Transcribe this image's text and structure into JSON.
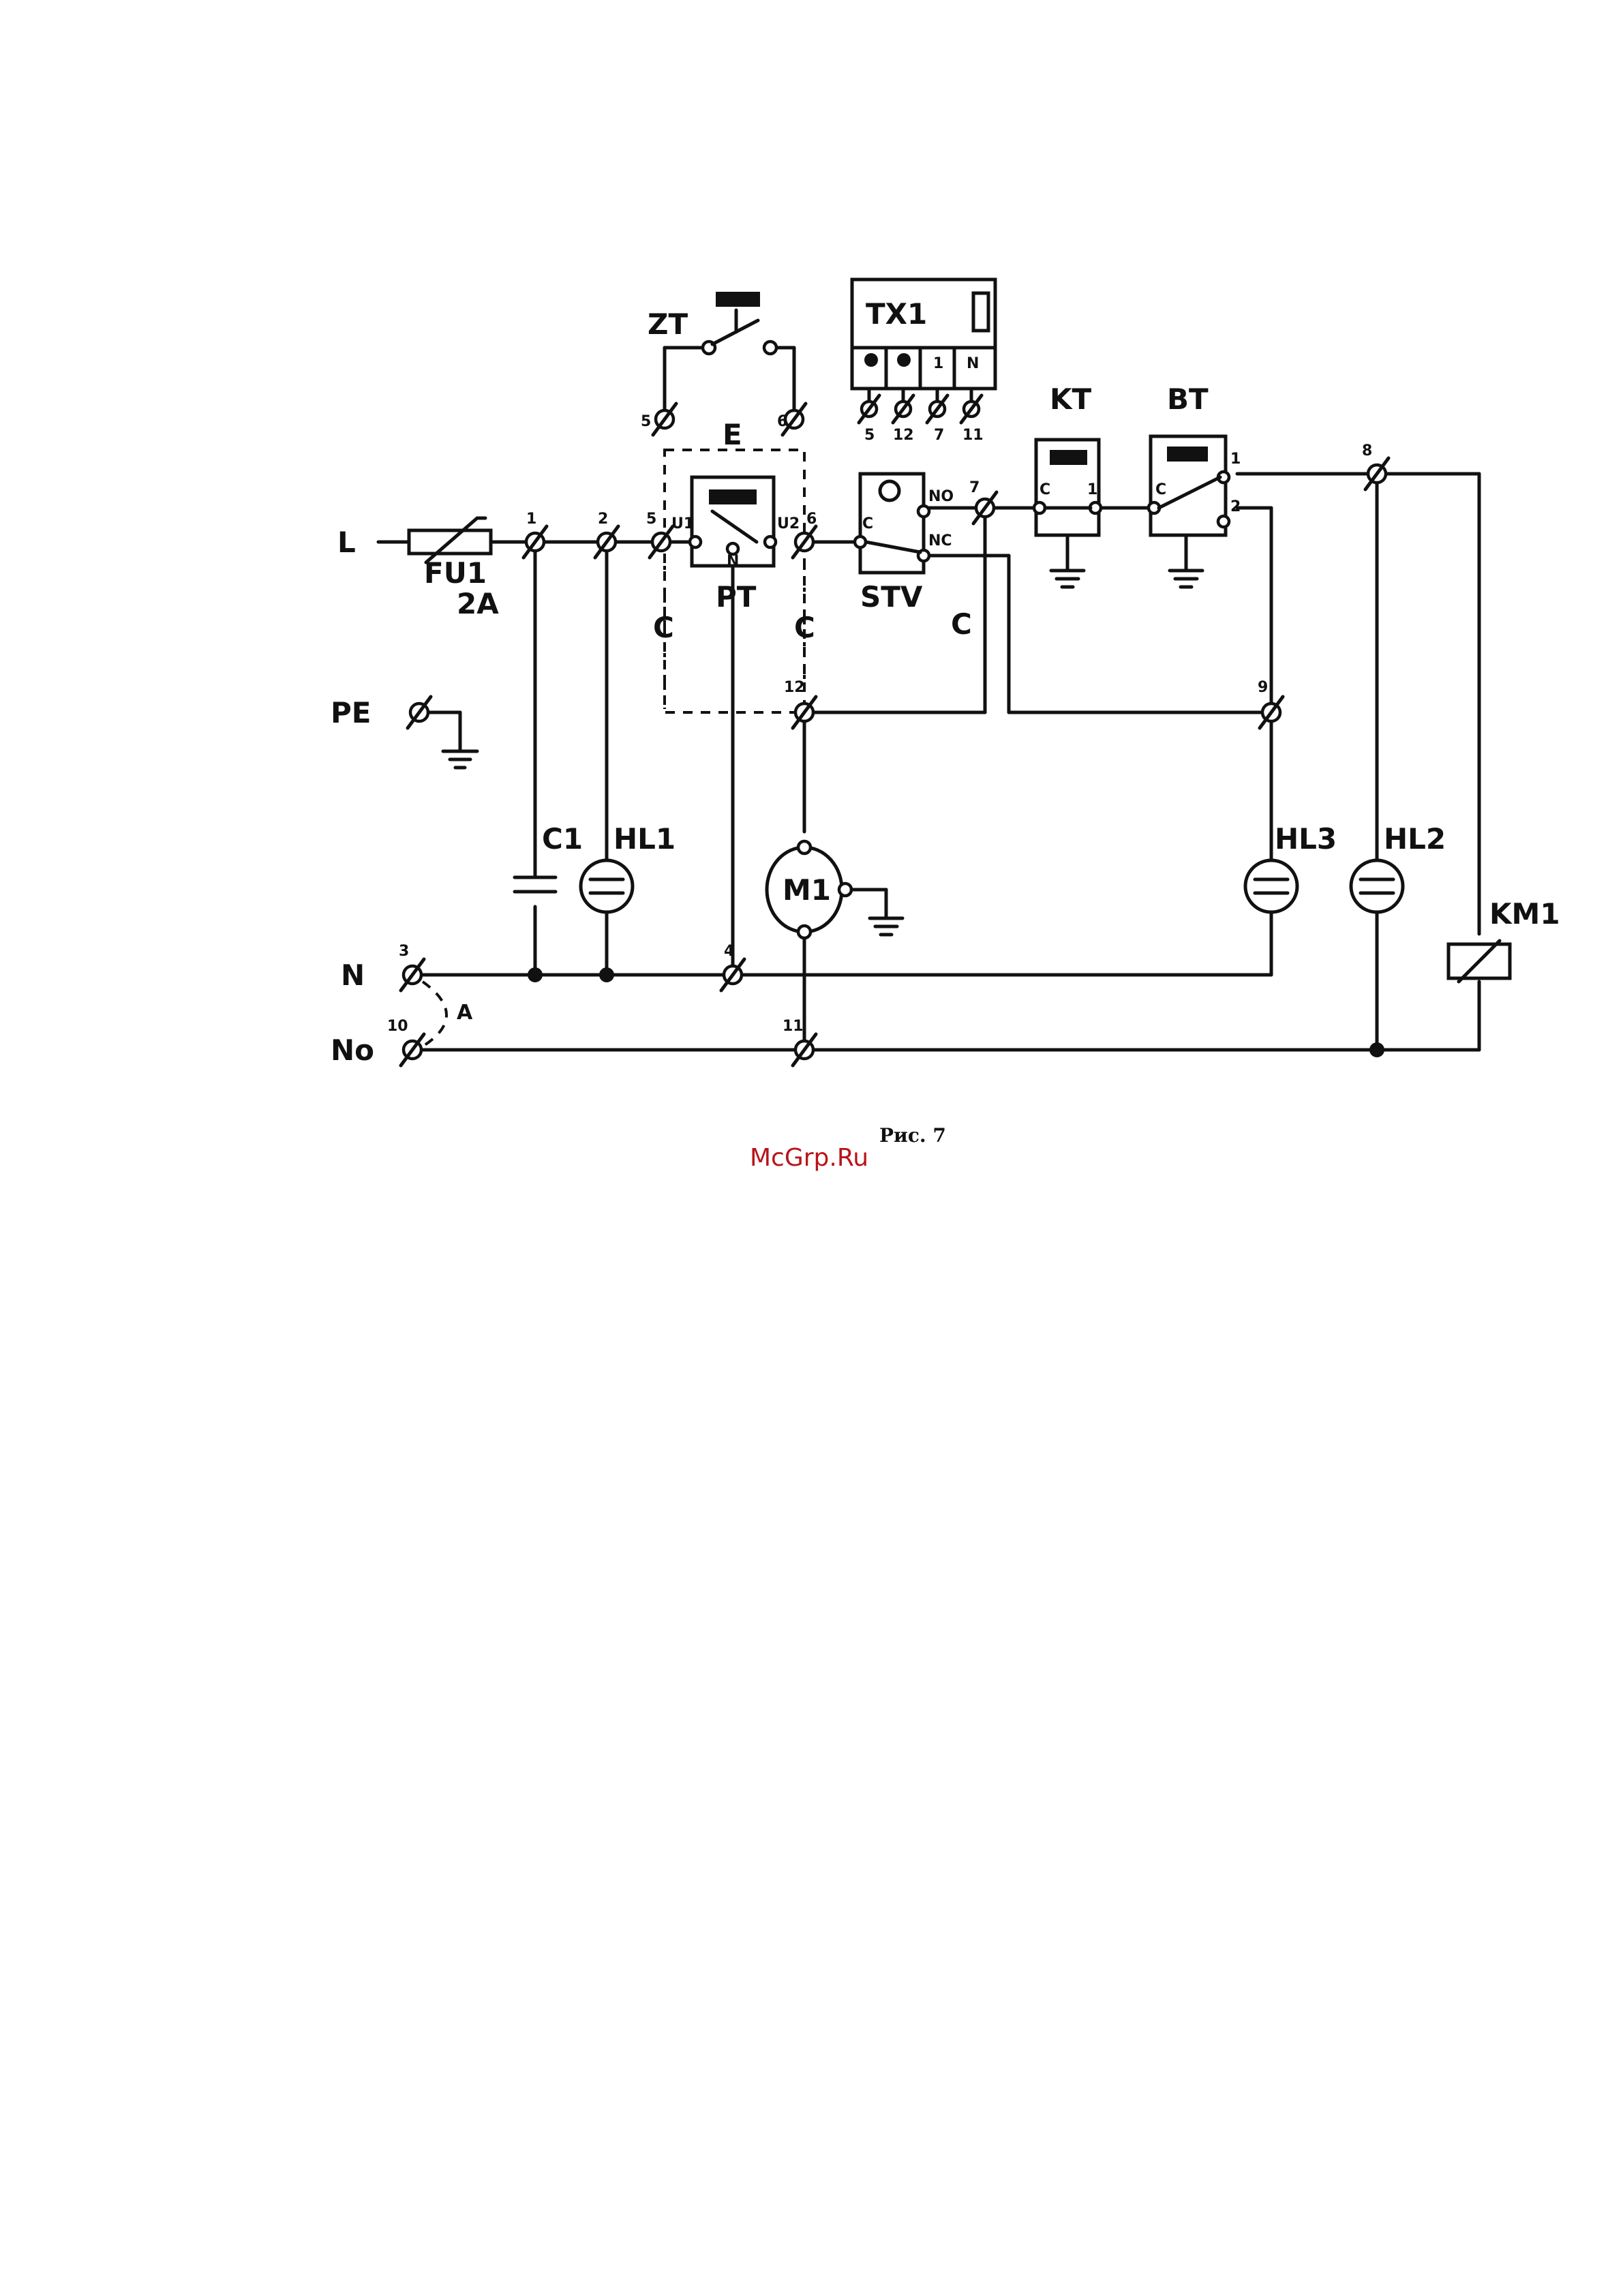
{
  "rails": {
    "line": "L",
    "earth": "PE",
    "neutral": "N",
    "neutral_out": "No"
  },
  "components": {
    "fuse": {
      "name": "FU1",
      "rating": "2A"
    },
    "capacitor": "C1",
    "lamp_1": "HL1",
    "lamp_2": "HL2",
    "lamp_3": "HL3",
    "motor": "M1",
    "contactor": "KM1",
    "thermostat_pt": "PT",
    "thermostat_kt": "KT",
    "thermostat_bt": "BT",
    "switch_stv": "STV",
    "switch_zt": "ZT",
    "controller": "TX1",
    "enclosure": "E",
    "link": "A"
  },
  "terminals": {
    "t1": "1",
    "t2": "2",
    "t3": "3",
    "t4": "4",
    "t5": "5",
    "t6": "6",
    "t7": "7",
    "t8": "8",
    "t9": "9",
    "t10": "10",
    "t11": "11",
    "t12": "12",
    "zt_5": "5",
    "zt_6": "6",
    "tx_5": "5",
    "tx_12": "12",
    "tx_7": "7",
    "tx_11": "11",
    "pt_u1": "U1",
    "pt_u2": "U2",
    "pt_n": "N",
    "pt_c": "C",
    "pt_out": "C"
  },
  "contact_labels": {
    "stv_c": "C",
    "stv_no": "NO",
    "stv_nc": "NC",
    "stv_branch": "C",
    "kt_c": "C",
    "kt_1": "1",
    "bt_c": "C",
    "bt_1": "1",
    "bt_2": "2",
    "tx_slot_3": "1",
    "tx_slot_4": "N"
  },
  "caption": "Рис. 7",
  "watermark": "McGrp.Ru"
}
